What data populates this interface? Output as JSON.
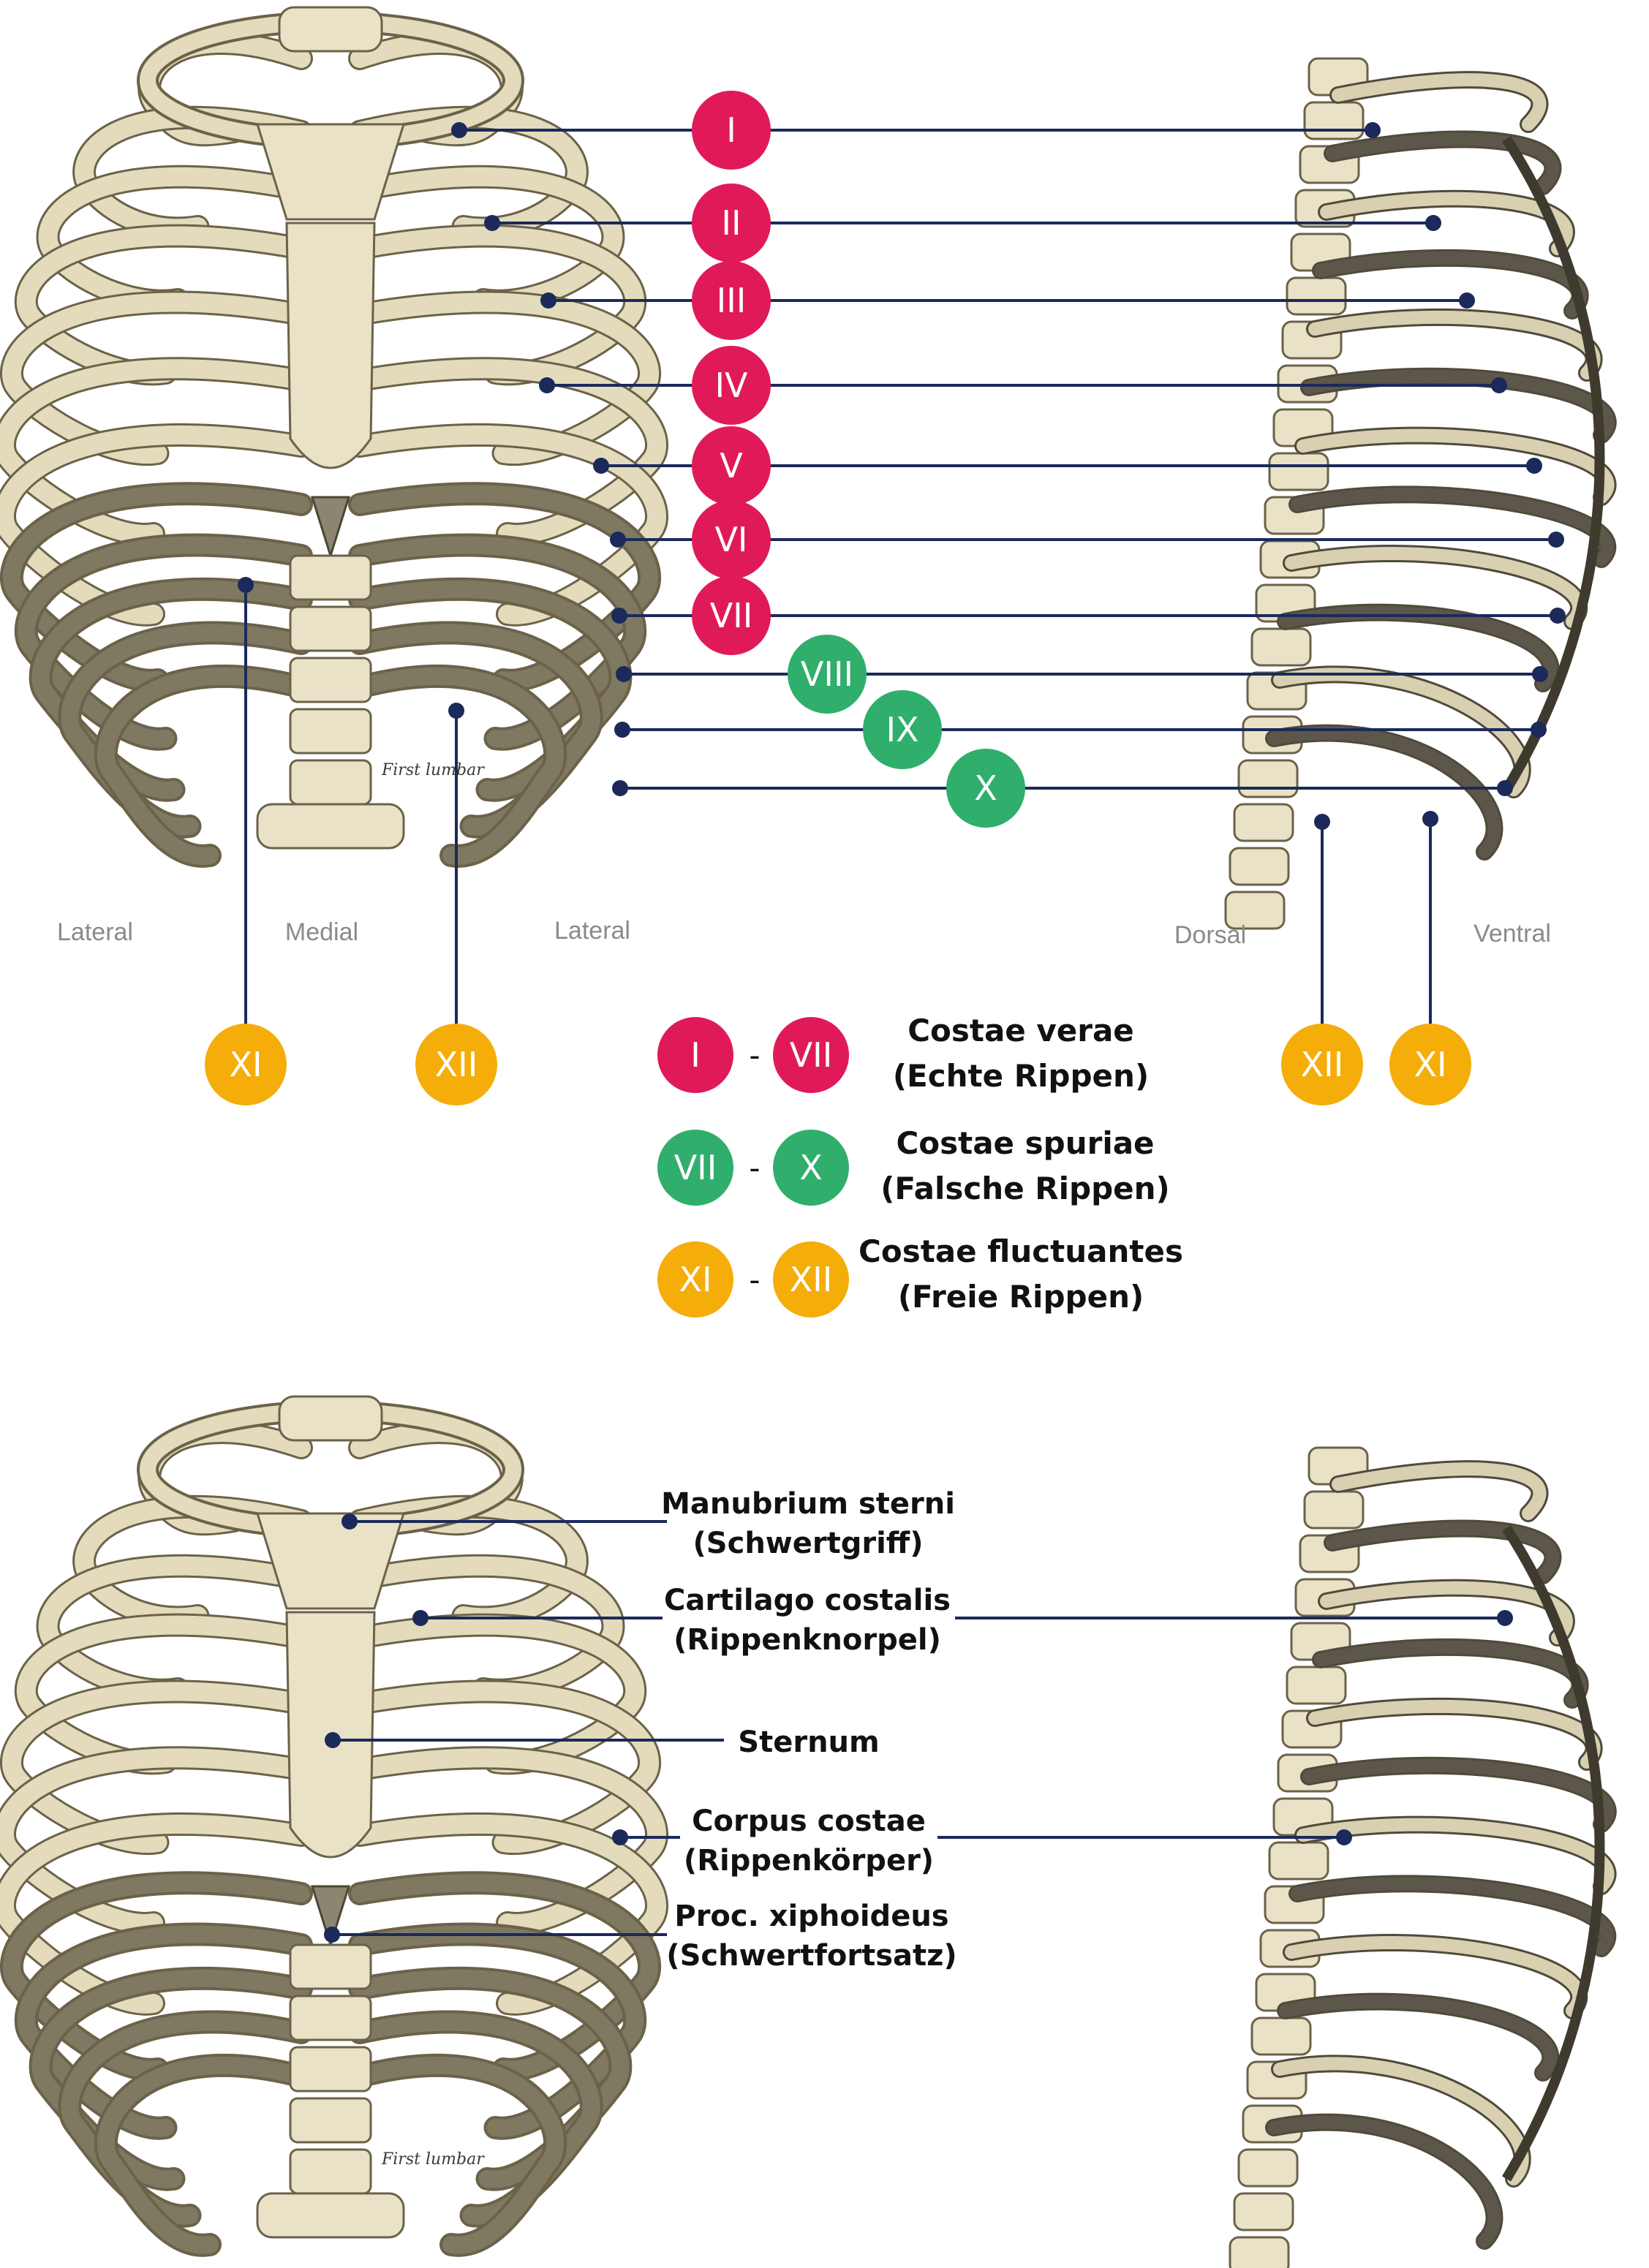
{
  "colors": {
    "true_ribs": "#e01a59",
    "false_ribs": "#2fae6c",
    "floating_ribs": "#f5ad0a",
    "leader_line": "#1b2a5a",
    "view_label": "#8a8a8a"
  },
  "rib_badges": {
    "I": "I",
    "II": "II",
    "III": "III",
    "IV": "IV",
    "V": "V",
    "VI": "VI",
    "VII": "VII",
    "VIII": "VIII",
    "IX": "IX",
    "X": "X",
    "XI": "XI",
    "XII": "XII"
  },
  "view_labels": {
    "front_left": "Lateral",
    "front_center": "Medial",
    "front_right": "Lateral",
    "side_left": "Dorsal",
    "side_right": "Ventral"
  },
  "figure_lettering": "First lumbar",
  "legend": [
    {
      "group": "true_ribs",
      "from": "I",
      "to": "VII",
      "dash": "-",
      "title": "Costae verae",
      "subtitle": "(Echte Rippen)"
    },
    {
      "group": "false_ribs",
      "from": "VII",
      "to": "X",
      "dash": "-",
      "title": "Costae spuriae",
      "subtitle": "(Falsche Rippen)"
    },
    {
      "group": "floating_ribs",
      "from": "XI",
      "to": "XII",
      "dash": "-",
      "title": "Costae fluctuantes",
      "subtitle": "(Freie Rippen)"
    }
  ],
  "annotations": [
    {
      "line1": "Manubrium sterni",
      "line2": "(Schwertgriff)"
    },
    {
      "line1": "Cartilago costalis",
      "line2": "(Rippenknorpel)"
    },
    {
      "line1": "Sternum",
      "line2": ""
    },
    {
      "line1": "Corpus costae",
      "line2": "(Rippenkörper)"
    },
    {
      "line1": "Proc. xiphoideus",
      "line2": "(Schwertfortsatz)"
    }
  ],
  "icons": {
    "front_view": "rib-cage-front-illustration",
    "side_view": "rib-cage-side-illustration"
  }
}
